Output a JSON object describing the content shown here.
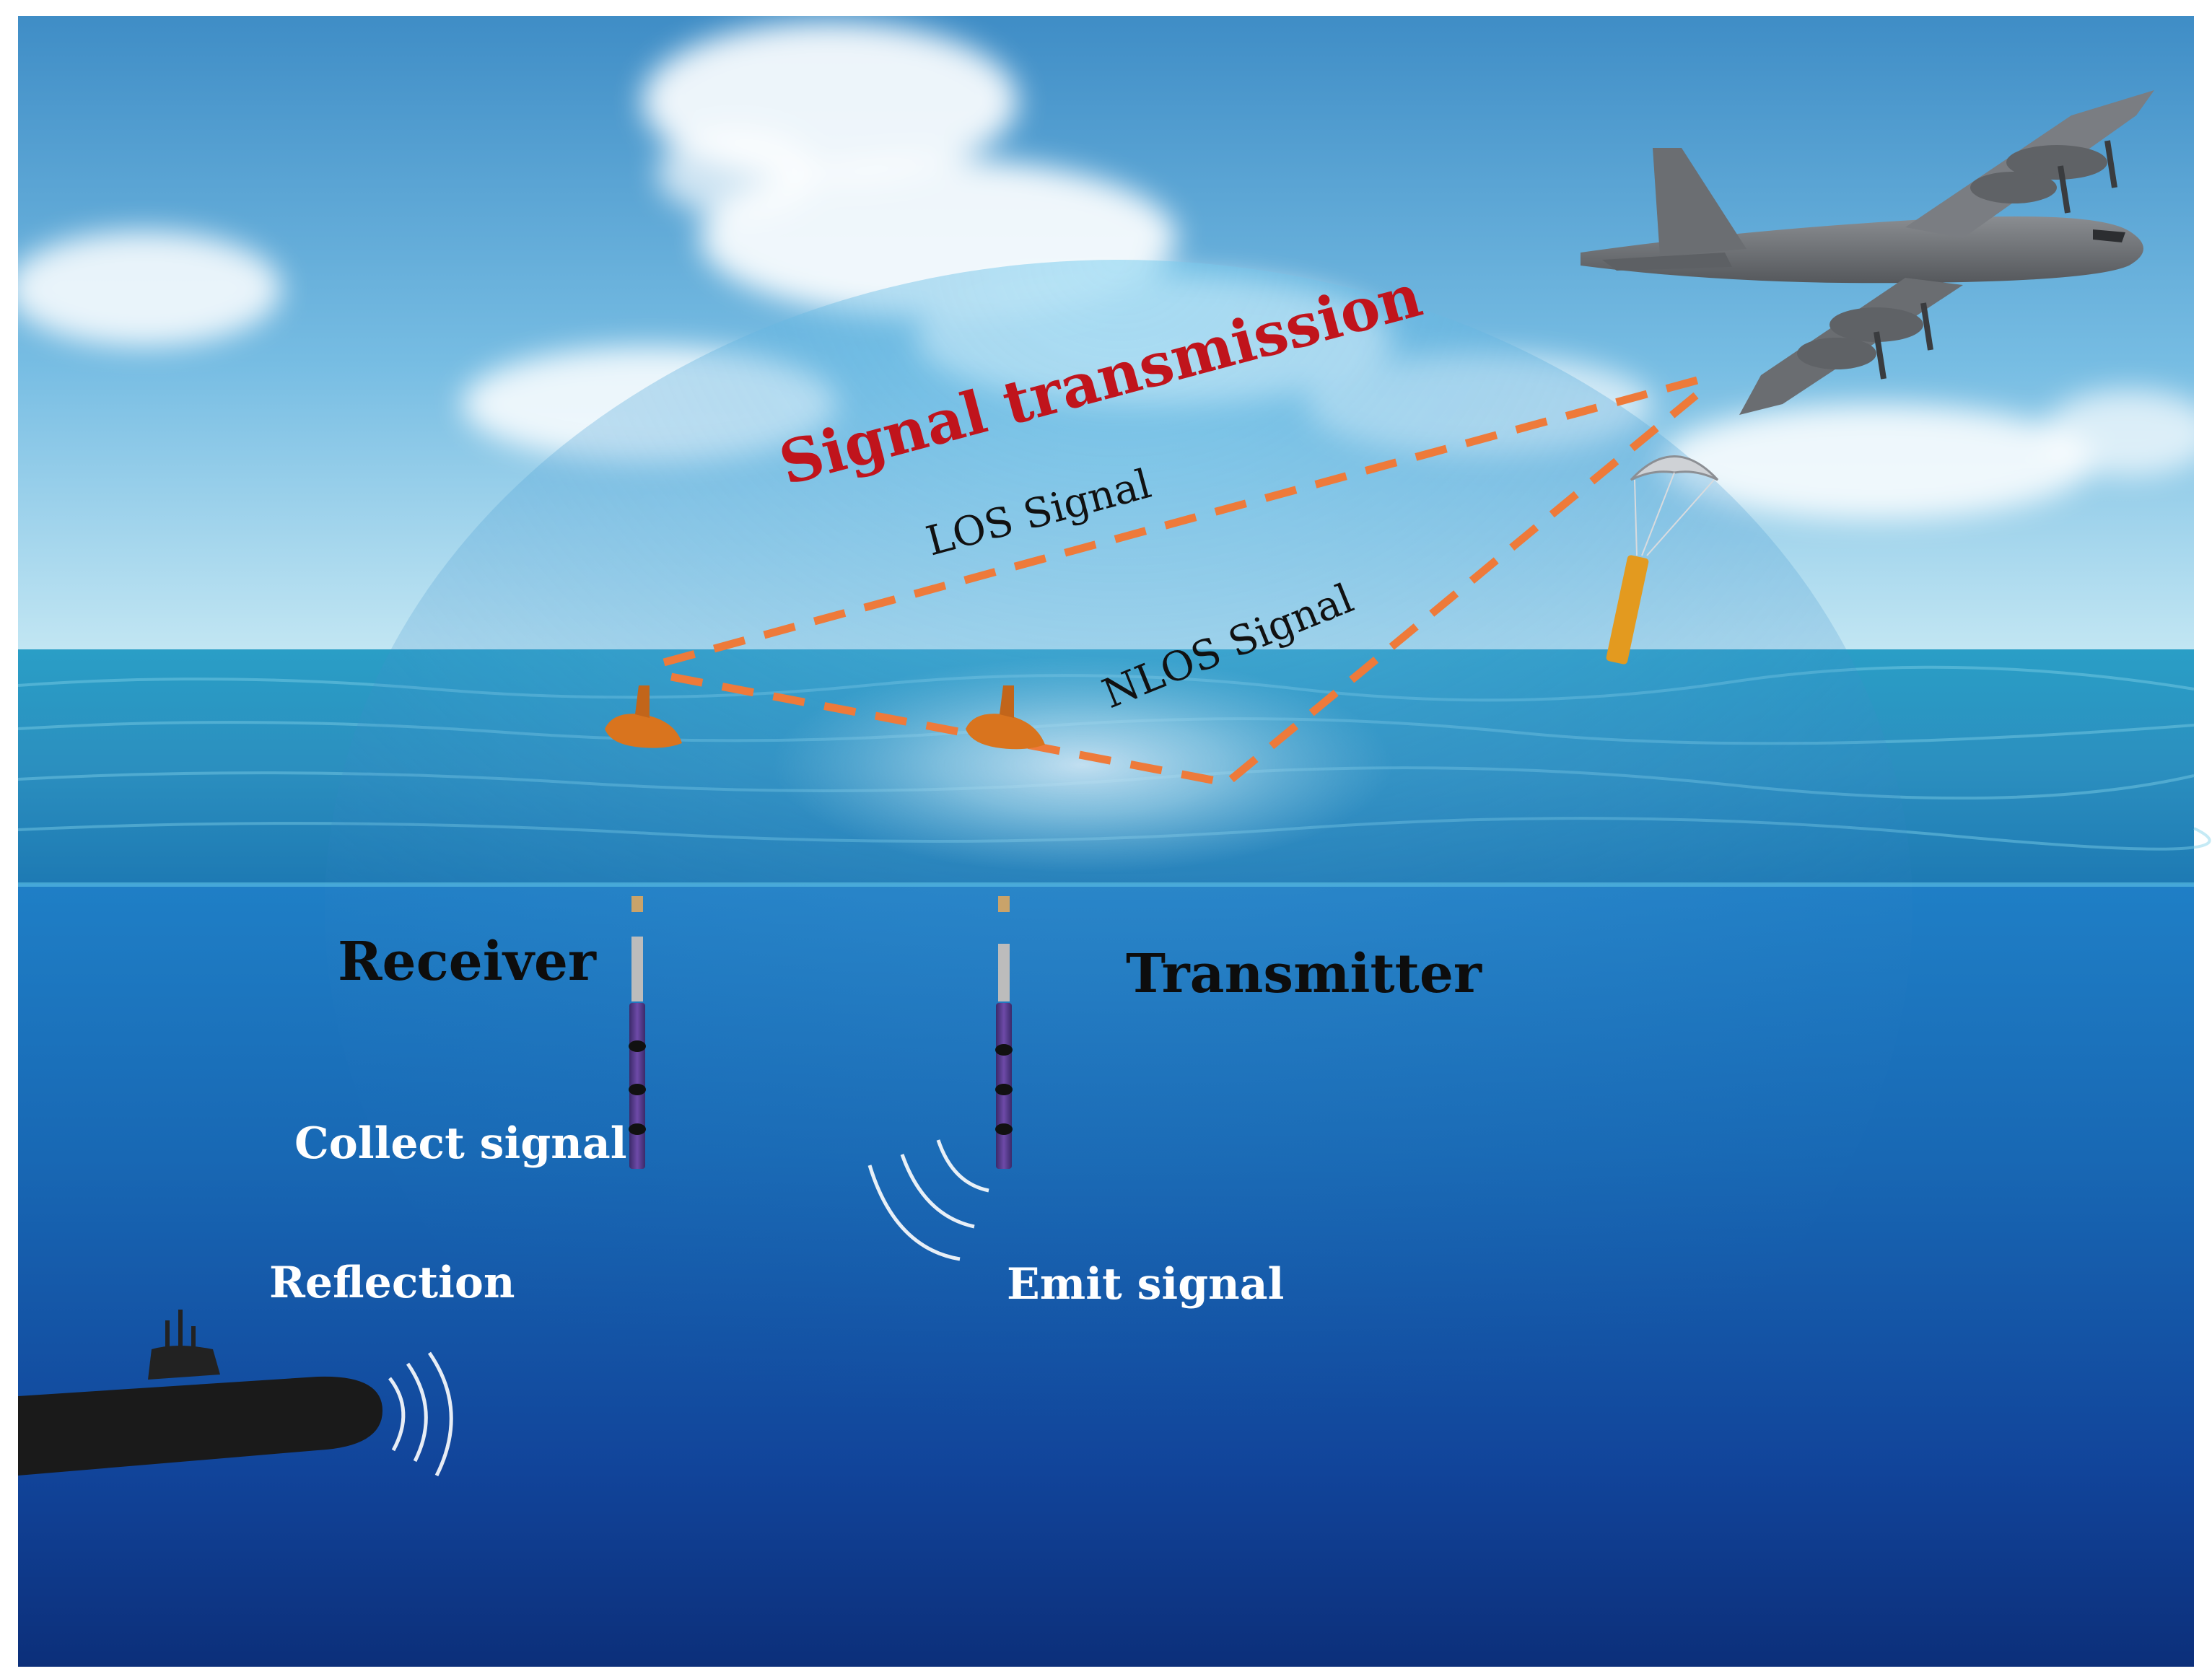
{
  "labels": {
    "signal_transmission": "Signal transmission",
    "los_signal": "LOS Signal",
    "nlos_signal": "NLOS Signal",
    "receiver": "Receiver",
    "transmitter": "Transmitter",
    "collect_signal": "Collect signal",
    "emit_signal": "Emit signal",
    "reflection": "Reflection"
  },
  "colors": {
    "signal_path": "#ee7a3a",
    "title_red": "#c0141c",
    "dark_text": "#111111",
    "light_text": "#ffffff",
    "aircraft": "#6b6e72",
    "buoy_float": "#d9741e",
    "submarine": "#1a1a1a"
  }
}
